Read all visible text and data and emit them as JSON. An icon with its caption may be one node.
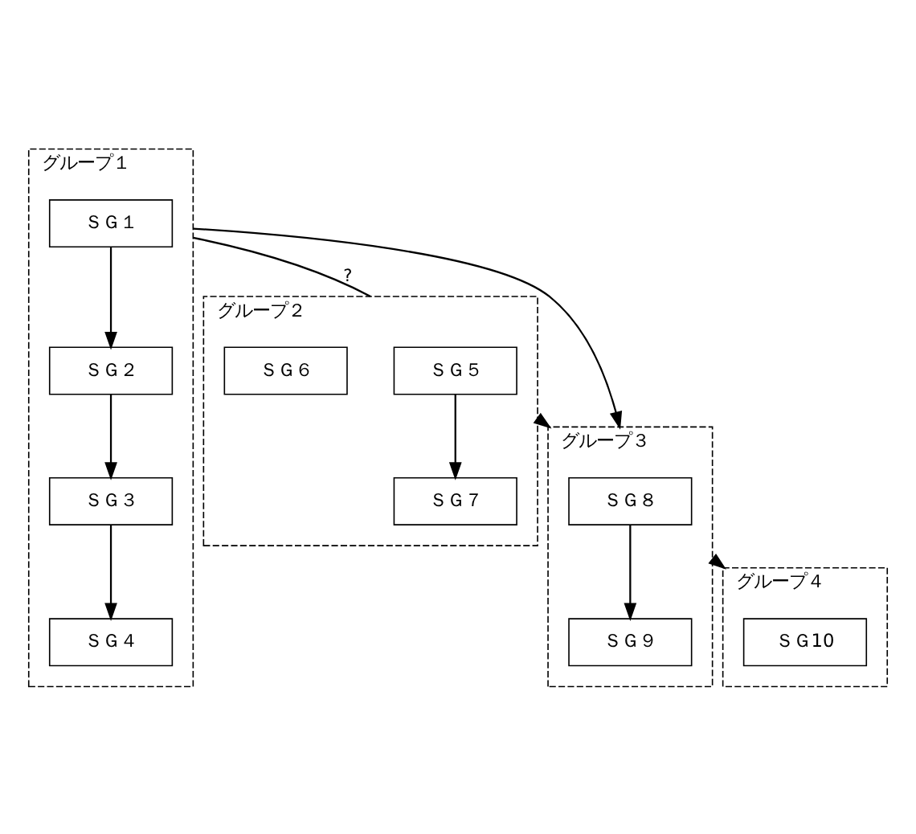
{
  "diagram": {
    "nodes": [
      {
        "text": [
          "グループ１"
        ]
      },
      {
        "text": [
          "ＳＧ１"
        ],
        "in": 0
      },
      {
        "text": [
          "ＳＧ２"
        ],
        "in": 0
      },
      {
        "text": [
          "ＳＧ３"
        ],
        "in": 0
      },
      {
        "text": [
          "ＳＧ４"
        ],
        "in": 0
      },
      {
        "text": [
          "グループ２"
        ]
      },
      {
        "text": [
          "ＳＧ５"
        ],
        "in": 5
      },
      {
        "text": [
          "ＳＧ６"
        ],
        "in": 5
      },
      {
        "text": [
          "ＳＧ７"
        ],
        "in": 5
      },
      {
        "text": [
          "グループ３"
        ]
      },
      {
        "text": [
          "ＳＧ８"
        ],
        "in": 9
      },
      {
        "text": [
          "ＳＧ９"
        ],
        "in": 9
      },
      {
        "text": [
          "グループ４"
        ]
      },
      {
        "text": [
          "ＳＧ10"
        ],
        "in": 12
      }
    ],
    "edges": [
      {
        "from": 1,
        "to": 2,
        "arrow": "to"
      },
      {
        "from": 2,
        "to": 3,
        "arrow": "to"
      },
      {
        "from": 3,
        "to": 4,
        "arrow": "to"
      },
      {
        "from": 0,
        "to": 5,
        "arrow": "none",
        "label": "?"
      },
      {
        "from": 6,
        "to": 8,
        "arrow": "to"
      },
      {
        "from": 5,
        "to": 9,
        "arrow": "to"
      },
      {
        "from": 0,
        "to": 9,
        "arrow": "to"
      },
      {
        "from": 10,
        "to": 11,
        "arrow": "to"
      },
      {
        "from": 9,
        "to": 12,
        "arrow": "to"
      }
    ]
  }
}
